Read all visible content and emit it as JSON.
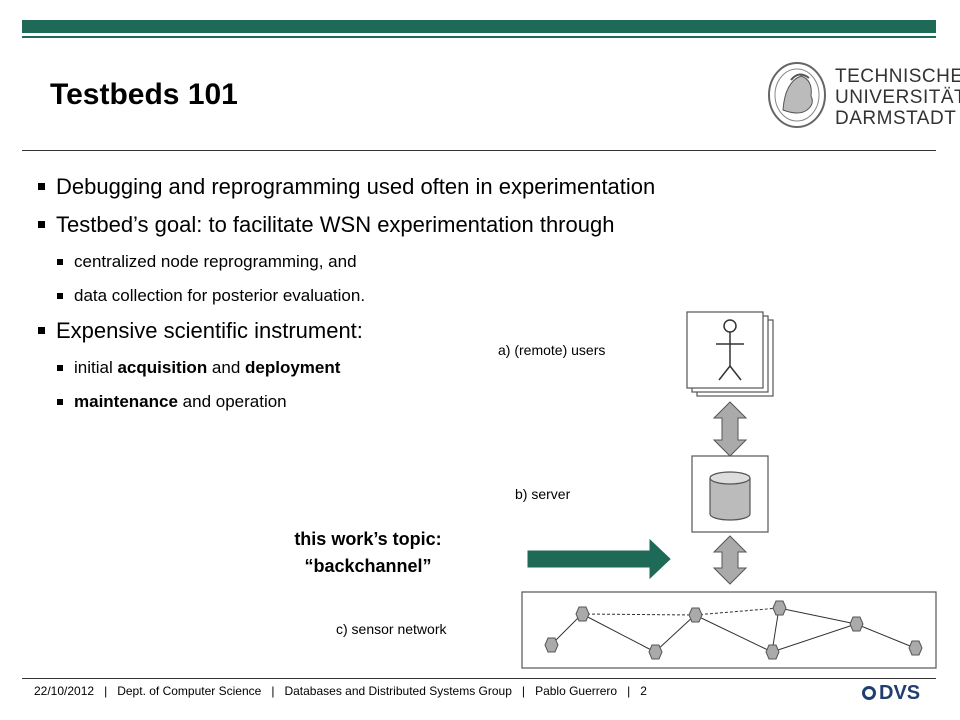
{
  "slide": {
    "title": "Testbeds 101",
    "logo": {
      "line1": "TECHNISCHE",
      "line2": "UNIVERSITÄT",
      "line3": "DARMSTADT"
    },
    "bullets": [
      {
        "level": 1,
        "text": "Debugging and reprogramming used often in experimentation"
      },
      {
        "level": 1,
        "text": "Testbed’s goal: to facilitate WSN experimentation through"
      },
      {
        "level": 2,
        "text": "centralized node reprogramming, and"
      },
      {
        "level": 2,
        "text": "data collection for posterior evaluation."
      },
      {
        "level": 1,
        "text": "Expensive scientific instrument:"
      },
      {
        "level": 2,
        "text_before": "initial ",
        "bold1": "acquisition",
        "middle": " and ",
        "bold2": "deployment"
      },
      {
        "level": 2,
        "bold1": "maintenance",
        "text_after": " and operation"
      }
    ],
    "diagram": {
      "label_users": "a) (remote) users",
      "label_server": "b) server",
      "label_network": "c) sensor network",
      "topic_line1": "this work’s topic:",
      "topic_line2": "“backchannel”",
      "accent_color": "#1f6a57"
    },
    "footer": {
      "date": "22/10/2012",
      "dept": "Dept. of Computer Science",
      "group": "Databases and Distributed Systems Group",
      "author": "Pablo Guerrero",
      "page": "2",
      "separator": "|"
    },
    "brand": "DVS"
  }
}
